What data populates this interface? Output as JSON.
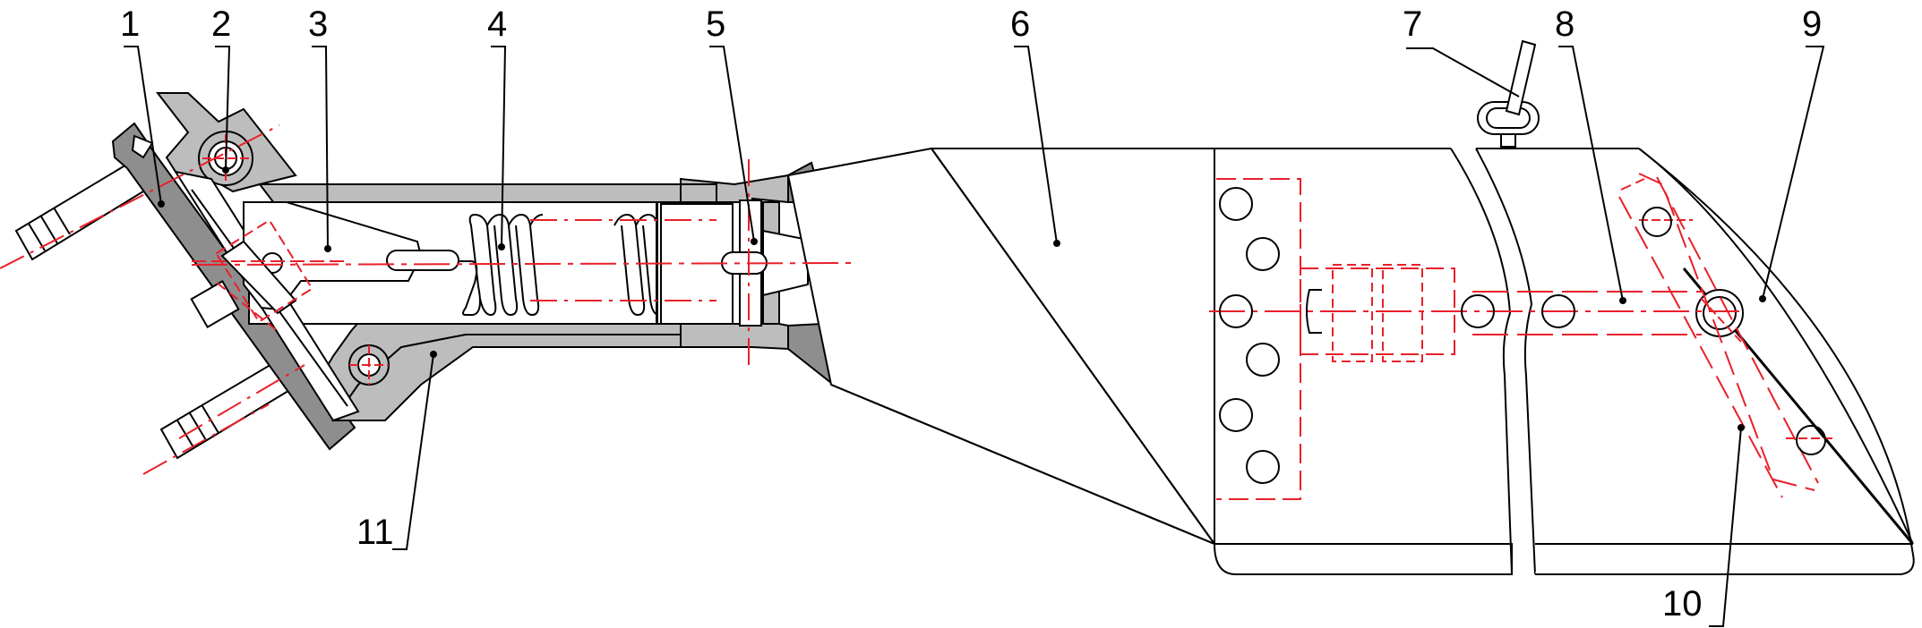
{
  "diagram": {
    "callouts": [
      {
        "id": "1",
        "text": "1"
      },
      {
        "id": "2",
        "text": "2"
      },
      {
        "id": "3",
        "text": "3"
      },
      {
        "id": "4",
        "text": "4"
      },
      {
        "id": "5",
        "text": "5"
      },
      {
        "id": "6",
        "text": "6"
      },
      {
        "id": "7",
        "text": "7"
      },
      {
        "id": "8",
        "text": "8"
      },
      {
        "id": "9",
        "text": "9"
      },
      {
        "id": "10",
        "text": "10"
      },
      {
        "id": "11",
        "text": "11"
      }
    ],
    "colors": {
      "outline": "#000000",
      "hidden_line": "#e8202a",
      "dark_fill": "#8e8e8e",
      "light_fill": "#bdbdbd",
      "paper": "#ffffff"
    }
  }
}
